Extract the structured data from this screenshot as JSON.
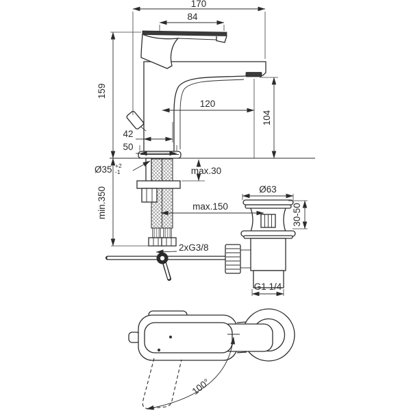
{
  "meta": {
    "drawing_type": "technical dimension drawing",
    "subject": "single-lever basin mixer with pop-up waste",
    "background_color": "#ffffff",
    "line_color": "#2b2b2b",
    "dark_fill_color": "#3a3a3a"
  },
  "side_view": {
    "dim_total_depth": "170",
    "dim_handle_length": "84",
    "dim_height_to_handle_top": "159",
    "dim_body_width": "42",
    "dim_base_width": "50",
    "dim_spout_reach": "120",
    "dim_spout_height": "104",
    "label_hole_diameter": "Ø35",
    "hole_tolerance_upper": "+2",
    "hole_tolerance_lower": "-1",
    "label_max_deck_thickness": "max.30",
    "label_min_clearance_below_deck": "min.350",
    "label_max_rod_distance": "max.150",
    "label_supply_hose_threads": "2xG3/8"
  },
  "waste_view": {
    "dim_plug_cap_diameter": "Ø63",
    "dim_height_adjust_range": "30-50",
    "label_waste_outlet_thread": "G1 1/4"
  },
  "top_view": {
    "label_handle_swivel_angle": "100°"
  }
}
